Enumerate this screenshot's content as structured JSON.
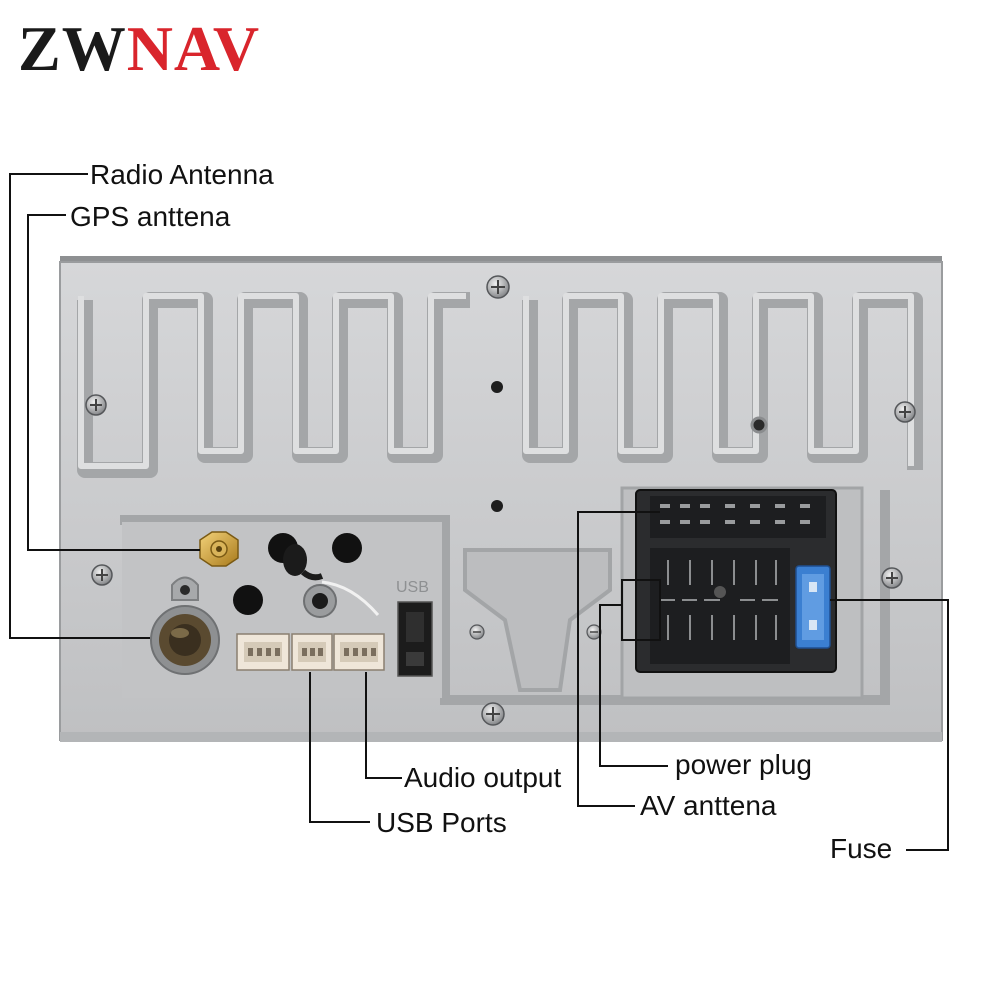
{
  "brand": {
    "name_dark": "ZW",
    "name_accent": "NAV",
    "colors": {
      "dark": "#1a1a1a",
      "accent": "#d9252c"
    }
  },
  "device": {
    "usb_mark": "USB",
    "colors": {
      "panel": "#c9cacc",
      "panel_shadow": "#a9abad",
      "connector": "#2b2c2e",
      "fuse": "#3b7fd1"
    }
  },
  "callouts": {
    "radio_antenna": "Radio Antenna",
    "gps_antenna": "GPS anttena",
    "audio_output": "Audio output",
    "usb_ports": "USB Ports",
    "power_plug": "power plug",
    "av_antenna": "AV anttena",
    "fuse": "Fuse"
  }
}
